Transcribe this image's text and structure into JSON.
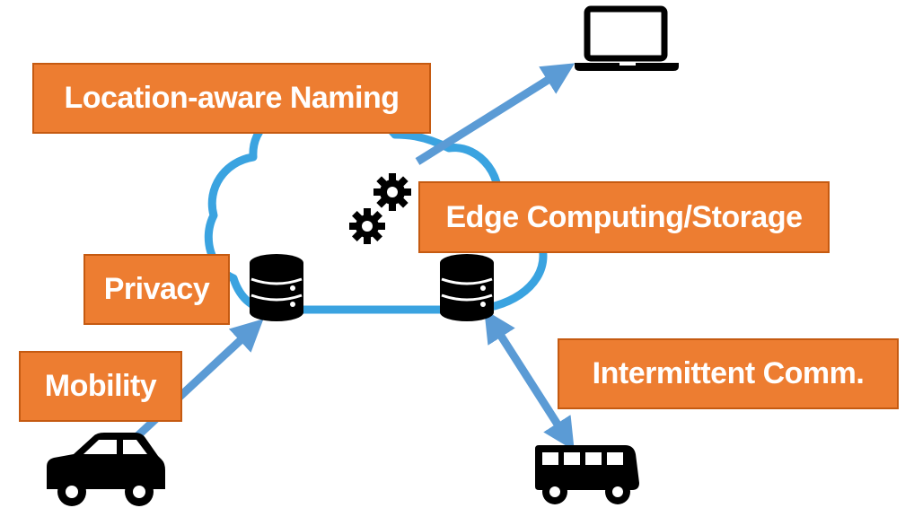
{
  "labels": {
    "naming": "Location-aware Naming",
    "edge": "Edge Computing/Storage",
    "privacy": "Privacy",
    "mobility": "Mobility",
    "intermittent": "Intermittent Comm."
  },
  "icons": {
    "cloud": "cloud-outline",
    "database": "database-icon",
    "gears": "gears-icon",
    "laptop": "laptop-icon",
    "car": "car-icon",
    "bus": "bus-icon"
  },
  "colors": {
    "cloud": "#3AA3E0",
    "arrow": "#5B9BD5",
    "label_fill": "#ED7D31",
    "label_border": "#C55A11",
    "label_text": "#FFFFFF",
    "icon": "#000000"
  }
}
